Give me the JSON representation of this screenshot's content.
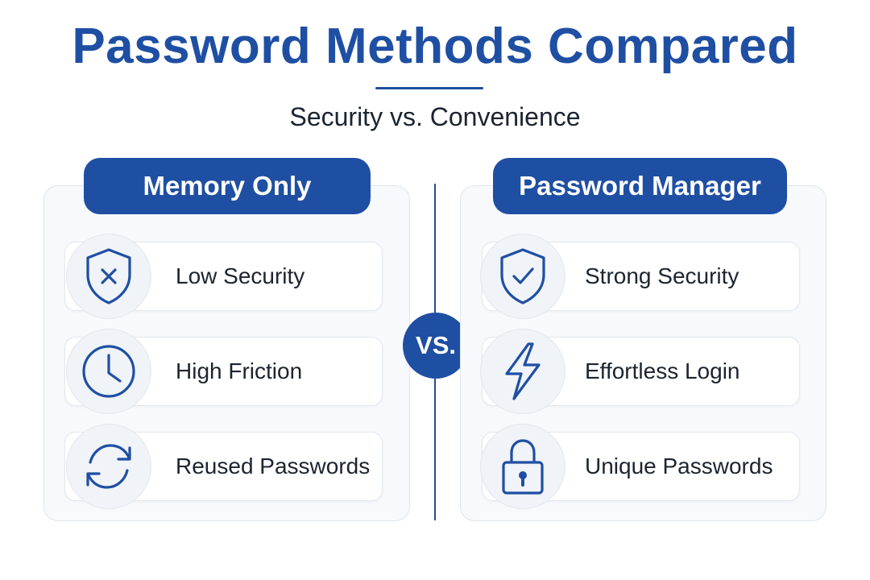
{
  "header": {
    "title": "Password Methods Compared",
    "subtitle": "Security vs. Convenience"
  },
  "vs_label": "VS.",
  "colors": {
    "primary": "#1f4fa3",
    "text": "#1c2430",
    "panel_bg": "#f7f9fc"
  },
  "left_panel": {
    "heading": "Memory Only",
    "items": [
      {
        "label": "Low Security",
        "icon": "shield-x-icon"
      },
      {
        "label": "High Friction",
        "icon": "clock-icon"
      },
      {
        "label": "Reused Passwords",
        "icon": "refresh-icon"
      }
    ]
  },
  "right_panel": {
    "heading": "Password Manager",
    "items": [
      {
        "label": "Strong Security",
        "icon": "shield-check-icon"
      },
      {
        "label": "Effortless Login",
        "icon": "lightning-icon"
      },
      {
        "label": "Unique Passwords",
        "icon": "padlock-icon"
      }
    ]
  }
}
